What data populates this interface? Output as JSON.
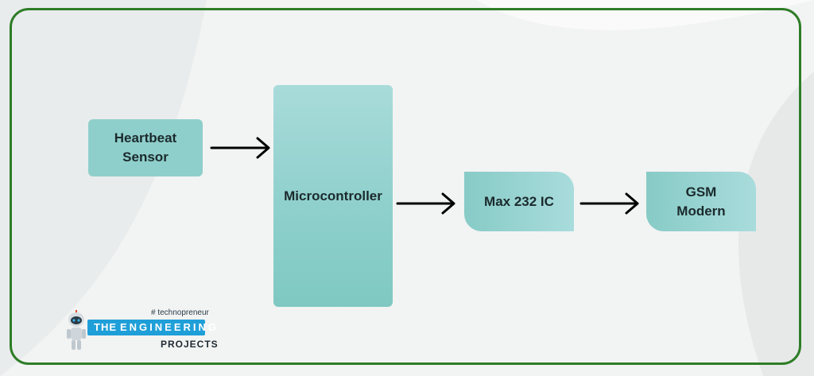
{
  "diagram": {
    "blocks": {
      "sensor_line1": "Heartbeat",
      "sensor_line2": "Sensor",
      "mcu": "Microcontroller",
      "max": "Max 232 IC",
      "gsm_line1": "GSM",
      "gsm_line2": "Modern"
    },
    "connections": [
      {
        "from": "Heartbeat Sensor",
        "to": "Microcontroller"
      },
      {
        "from": "Microcontroller",
        "to": "Max 232 IC"
      },
      {
        "from": "Max 232 IC",
        "to": "GSM Modern"
      }
    ]
  },
  "logo": {
    "tagline": "# technopreneur",
    "the": "THE",
    "engineering": "ENGINEERING",
    "projects": "PROJECTS"
  },
  "colors": {
    "frame": "#2e7d27",
    "block": "#8fcfcb",
    "arrow": "#000000",
    "logo_blue": "#1f9fd8"
  }
}
